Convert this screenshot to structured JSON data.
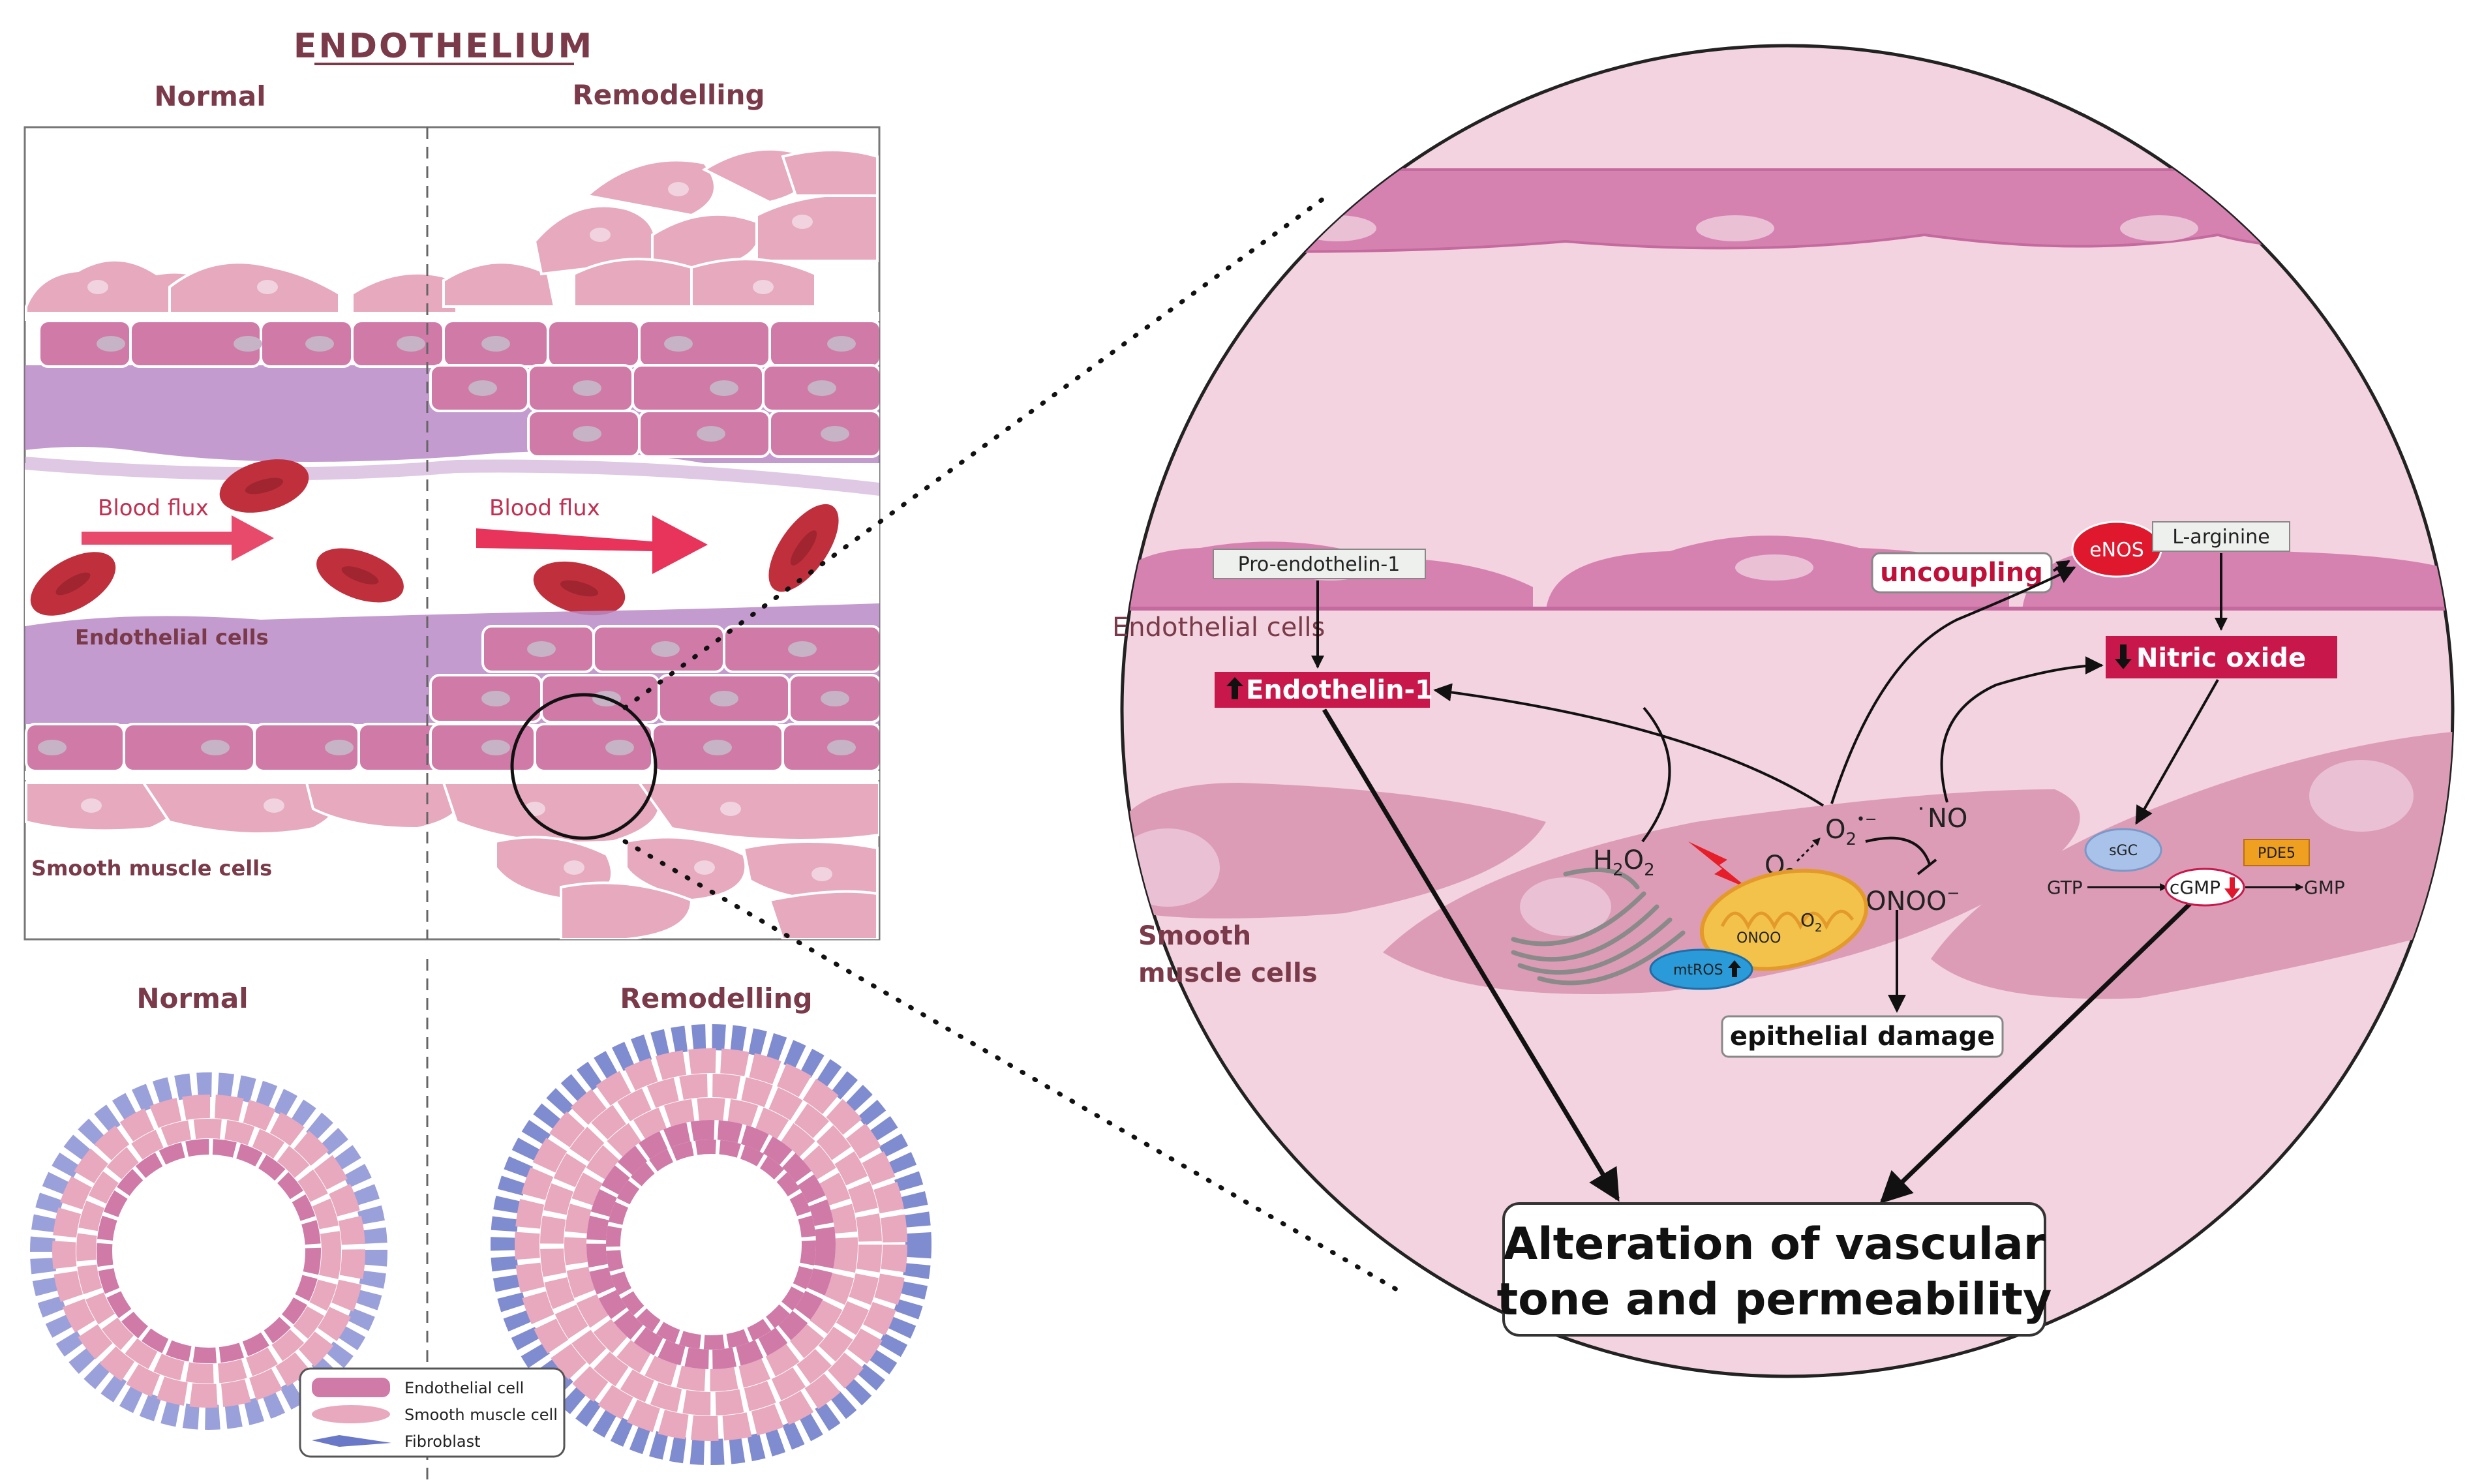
{
  "left_panel": {
    "title": "ENDOTHELIUM",
    "top_normal": "Normal",
    "top_remodelling": "Remodelling",
    "blood_flux_left": "Blood flux",
    "blood_flux_right": "Blood flux",
    "endothelial_cells": "Endothelial cells",
    "smooth_muscle_cells": "Smooth muscle cells",
    "bottom_normal": "Normal",
    "bottom_remodelling": "Remodelling",
    "legend": {
      "endothelial": "Endothelial cell",
      "smooth": "Smooth muscle cell",
      "fibroblast": "Fibroblast"
    }
  },
  "zoom": {
    "pro_endothelin": "Pro-endothelin-1",
    "endothelial_cells": "Endothelial cells",
    "endothelin": "Endothelin-1",
    "uncoupling": "uncoupling",
    "enos": "eNOS",
    "l_arginine": "L-arginine",
    "nitric_oxide": "Nitric oxide",
    "no_radical": "NO",
    "h2o2": "H",
    "h2o2_sub": "2",
    "h2o2_o": "O",
    "h2o2_sub2": "2",
    "o2_radical": "O",
    "o2_sub": "2",
    "o2_sup": "•−",
    "o2_plain": "O",
    "o2_plain_sub": "2",
    "onoo": "ONOO",
    "onoo_sup": "−",
    "onoo_mito": "ONOO",
    "o2_mito": "O",
    "o2_mito_sub": "2",
    "mtros": "mtROS",
    "smooth_line1": "Smooth",
    "smooth_line2": "muscle cells",
    "epithelial_damage": "epithelial damage",
    "sgc": "sGC",
    "pde5": "PDE5",
    "gtp": "GTP",
    "cgmp": "cGMP",
    "gmp": "GMP",
    "outcome_line1": "Alteration of vascular",
    "outcome_line2": "tone and permeability"
  },
  "colors": {
    "endo_cell": "#d07aa8",
    "smooth_cell": "#e8a8be",
    "lumen_bg": "#f4e2ea",
    "circle_bg": "#f0cfdc",
    "accent_red": "#c8174b",
    "fibroblast": "#6a78c8",
    "rbc": "#c0303c"
  },
  "icons": [
    "up-arrow-icon",
    "down-arrow-icon",
    "lightning-bolt-icon"
  ]
}
